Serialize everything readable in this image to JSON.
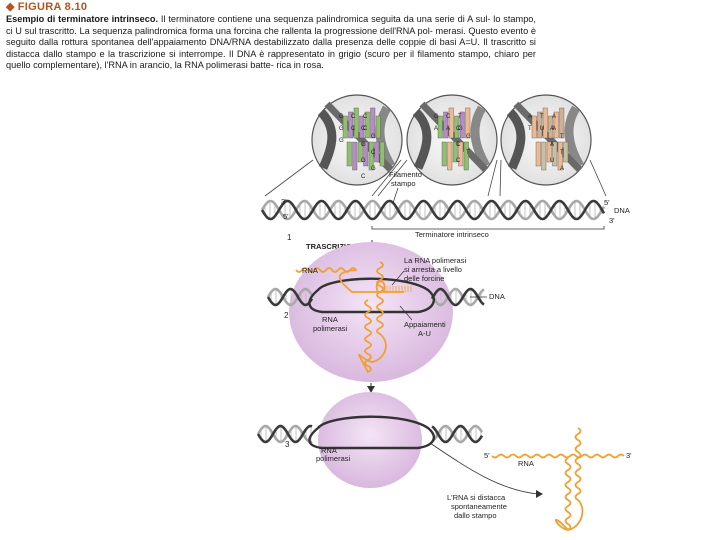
{
  "figure": {
    "number_label": "FIGURA 8.10",
    "caption_title": "Esempio di terminatore intrinseco.",
    "caption_lines": [
      "Il terminatore contiene una sequenza palindromica seguita da una serie di A sul-",
      "lo stampo, ci U sul trascritto. La sequenza palindromica forma una forcina che rallenta la progressione dell'RNA pol-",
      "merasi. Questo evento è seguito dalla rottura spontanea dell'appaiamento DNA/RNA destabilizzato dalla presenza",
      "delle coppie di basi A=U. Il trascritto si distacca dallo stampo e la trascrizione si interrompe. Il DNA è rappresentato",
      "in grigio (scuro per il filamento stampo, chiaro per quello complementare), l'RNA in arancio, la RNA polimerasi batte-",
      "rica in rosa."
    ]
  },
  "diagram": {
    "filamento_stampo": [
      "Filamento",
      "stampo"
    ],
    "dna_label": "DNA",
    "prime3": "3'",
    "prime5": "5'",
    "terminatore": "Terminatore intrinseco",
    "trascrizione": "TRASCRIZIONE",
    "step1": "1",
    "step2": "2",
    "step3": "3",
    "rna_label": "RNA",
    "arresto": [
      "La RNA polimerasi",
      "si arresta a livello",
      "delle forcine"
    ],
    "polimerasi": [
      "RNA",
      "polimerasi"
    ],
    "appaiamenti": [
      "Appaiamenti",
      "A-U"
    ],
    "distacca": [
      "L'RNA si distacca",
      "spontaneamente",
      "dallo stampo"
    ],
    "bases_left": [
      "G",
      "C",
      "C",
      "G",
      "C",
      "C",
      "G"
    ],
    "bases_left_r": [
      "C",
      "G",
      "G",
      "C",
      "G",
      "G",
      "C"
    ],
    "bases_mid": [
      "G",
      "C",
      "T",
      "A",
      "A",
      "G"
    ],
    "bases_mid_r": [
      "C",
      "G",
      "C",
      "T",
      "C"
    ],
    "bases_right": [
      "A",
      "T",
      "A",
      "T",
      "U",
      "A"
    ],
    "colors": {
      "dna_dark": "#3a3a3a",
      "dna_light": "#a8a8a8",
      "rna": "#f0a030",
      "polymerase": "#e2c6e6",
      "bar_green": "#8fbf6f",
      "bar_purple": "#b58cc4",
      "bar_peach": "#f0b890",
      "title_orange": "#b5541d"
    }
  }
}
